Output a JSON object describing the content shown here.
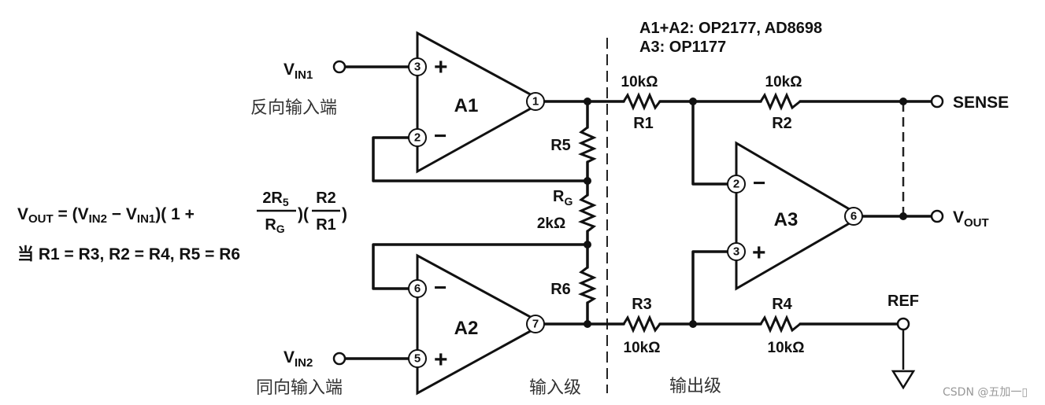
{
  "legend": {
    "line1": "A1+A2: OP2177, AD8698",
    "line2": "A3: OP1177"
  },
  "amps": {
    "a1": "A1",
    "a2": "A2",
    "a3": "A3"
  },
  "pins": {
    "a1_plus": "3",
    "a1_minus": "2",
    "a1_out": "1",
    "a2_minus": "6",
    "a2_plus": "5",
    "a2_out": "7",
    "a3_minus": "2",
    "a3_plus": "3",
    "a3_out": "6"
  },
  "signs": {
    "plus": "+",
    "minus": "−"
  },
  "resistors": {
    "r1_name": "R1",
    "r1_value": "10kΩ",
    "r2_name": "R2",
    "r2_value": "10kΩ",
    "r3_name": "R3",
    "r3_value": "10kΩ",
    "r4_name": "R4",
    "r4_value": "10kΩ",
    "r5_name": "R5",
    "r6_name": "R6",
    "rg_name": "R",
    "rg_sub": "G",
    "rg_value": "2kΩ"
  },
  "terminals": {
    "vin1_main": "V",
    "vin1_sub": "IN1",
    "vin2_main": "V",
    "vin2_sub": "IN2",
    "vout_main": "V",
    "vout_sub": "OUT",
    "sense": "SENSE",
    "ref": "REF"
  },
  "labels_cn": {
    "inverting": "反向输入端",
    "noninverting": "同向输入端",
    "input_stage": "输入级",
    "output_stage": "输出级"
  },
  "formula": {
    "v": "V",
    "out": "OUT",
    "eq": " = (V",
    "in2": "IN2",
    "minus_v": " − V",
    "in1": "IN1",
    "paren": ")( 1 +",
    "num": "2R",
    "num_sub": "5",
    "den": "R",
    "den_sub": "G",
    "mid": ")(",
    "r2": "R2",
    "r1": "R1",
    "close": ")"
  },
  "condition": "当 R1 = R3, R2 = R4, R5 = R6",
  "watermark": "CSDN @五加一▯"
}
